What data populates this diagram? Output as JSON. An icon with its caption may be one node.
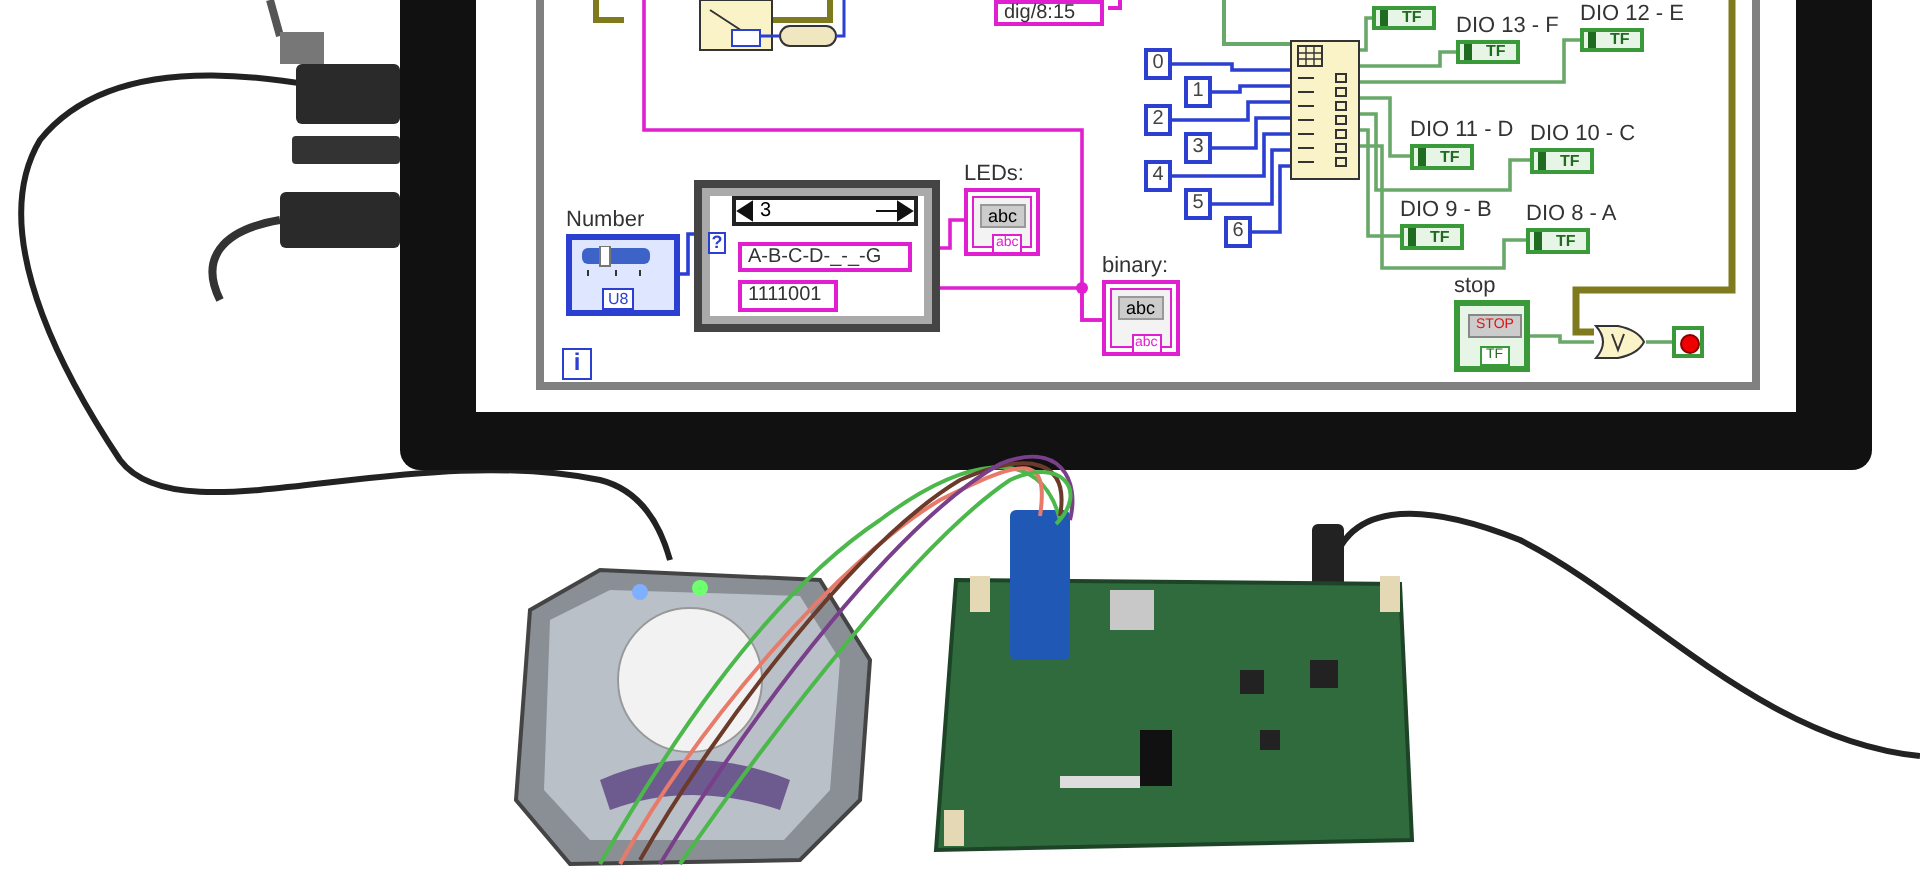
{
  "diagram": {
    "nodes": [
      {
        "text": [
          "Number",
          "U8"
        ]
      },
      {
        "text": [],
        "shape": "box"
      },
      {
        "text": [
          "3"
        ],
        "in": 1
      },
      {
        "text": [
          "?"
        ],
        "in": 1
      },
      {
        "text": [
          "A-B-C-D-_-_-G"
        ],
        "in": 1
      },
      {
        "text": [
          "1111001"
        ],
        "in": 1
      },
      {
        "text": [
          "LEDs:",
          "abc",
          "abc"
        ]
      },
      {
        "text": [
          "binary:",
          "abc",
          "abc"
        ]
      },
      {
        "text": [
          "dig/8:15"
        ]
      },
      {
        "text": [
          "0"
        ]
      },
      {
        "text": [
          "1"
        ]
      },
      {
        "text": [
          "2"
        ]
      },
      {
        "text": [
          "3"
        ]
      },
      {
        "text": [
          "4"
        ]
      },
      {
        "text": [
          "5"
        ]
      },
      {
        "text": [
          "6"
        ]
      },
      {
        "text": [],
        "shape": "box"
      },
      {
        "text": [
          "TF"
        ]
      },
      {
        "text": [
          "DIO 13 - F",
          "TF"
        ]
      },
      {
        "text": [
          "DIO 12 - E",
          "TF"
        ]
      },
      {
        "text": [
          "DIO 11 - D",
          "TF"
        ]
      },
      {
        "text": [
          "DIO 10 - C",
          "TF"
        ]
      },
      {
        "text": [
          "DIO 9 - B",
          "TF"
        ]
      },
      {
        "text": [
          "DIO 8 - A",
          "TF"
        ]
      },
      {
        "text": [
          "stop",
          "STOP",
          "TF"
        ]
      },
      {
        "text": [],
        "shape": "gate"
      },
      {
        "text": [],
        "shape": "circle"
      },
      {
        "text": [
          "i"
        ]
      }
    ],
    "edges": [
      {
        "from": 0,
        "to": 3,
        "arrow": "none",
        "color": "#2b3fd1"
      },
      {
        "from": 4,
        "to": 6,
        "arrow": "none",
        "color": "#e020d0"
      },
      {
        "from": 5,
        "to": 7,
        "arrow": "none",
        "color": "#e020d0"
      },
      {
        "from": null,
        "to": 7,
        "arrow": "none",
        "color": "#e020d0"
      },
      {
        "from": 9,
        "to": 16,
        "arrow": "none",
        "color": "#2b3fd1"
      },
      {
        "from": 10,
        "to": 16,
        "arrow": "none",
        "color": "#2b3fd1"
      },
      {
        "from": 11,
        "to": 16,
        "arrow": "none",
        "color": "#2b3fd1"
      },
      {
        "from": 12,
        "to": 16,
        "arrow": "none",
        "color": "#2b3fd1"
      },
      {
        "from": 13,
        "to": 16,
        "arrow": "none",
        "color": "#2b3fd1"
      },
      {
        "from": 14,
        "to": 16,
        "arrow": "none",
        "color": "#2b3fd1"
      },
      {
        "from": 15,
        "to": 16,
        "arrow": "none",
        "color": "#2b3fd1"
      },
      {
        "from": 16,
        "to": 17,
        "arrow": "none"
      },
      {
        "from": 16,
        "to": 18,
        "arrow": "none"
      },
      {
        "from": 16,
        "to": 19,
        "arrow": "none"
      },
      {
        "from": 16,
        "to": 20,
        "arrow": "none"
      },
      {
        "from": 16,
        "to": 21,
        "arrow": "none"
      },
      {
        "from": 16,
        "to": 22,
        "arrow": "none"
      },
      {
        "from": 16,
        "to": 23,
        "arrow": "none"
      },
      {
        "from": 24,
        "to": 25,
        "arrow": "none"
      },
      {
        "from": 25,
        "to": 26,
        "arrow": "none"
      },
      {
        "from": null,
        "to": 25,
        "arrow": "none",
        "style": "thick",
        "color": "#807a1e"
      }
    ]
  }
}
